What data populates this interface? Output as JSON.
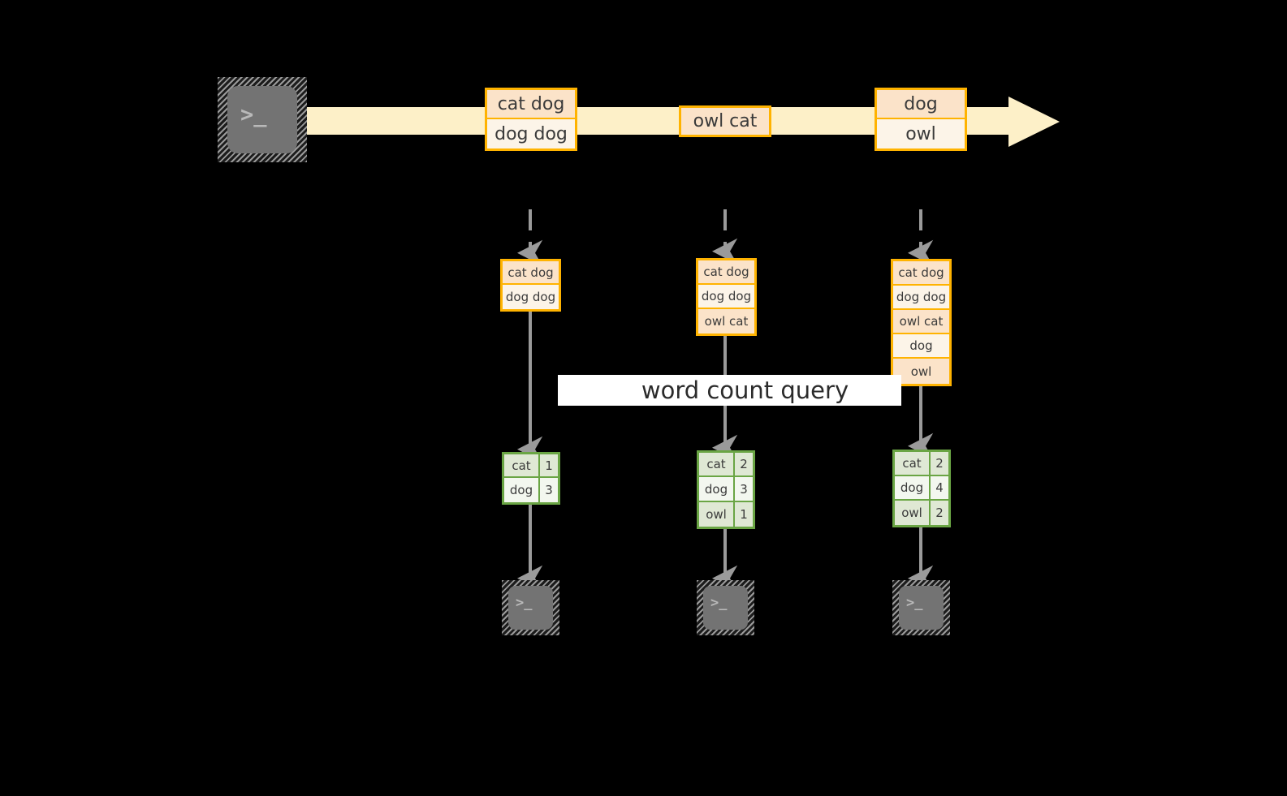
{
  "diagram": {
    "title": "word count query over a stream",
    "colors": {
      "background": "#000000",
      "stream_band": "#fdf0c8",
      "record_border": "#ffb300",
      "record_fill": "#fcf4e8",
      "record_fill_shaded": "#fbe3c9",
      "table_border": "#6aa544",
      "table_fill": "#f3f7ef",
      "table_fill_shaded": "#dfe8d4",
      "arrow_gray": "#9a9a9a",
      "terminal_body": "#737373",
      "terminal_glyph": "#b9b9b9",
      "label_band": "#ffffff"
    }
  },
  "source": {
    "icon": "terminal-icon",
    "glyph": ">_"
  },
  "stream": {
    "arrow_direction": "right",
    "records": [
      {
        "id": "rec-1",
        "lines": [
          "cat dog",
          "dog dog"
        ]
      },
      {
        "id": "rec-2",
        "lines": [
          "owl cat"
        ]
      },
      {
        "id": "rec-3",
        "lines": [
          "dog",
          "owl"
        ]
      }
    ]
  },
  "label": {
    "query": "word count query"
  },
  "snapshots": [
    {
      "id": "snapshot-1",
      "input_lines": [
        "cat dog",
        "dog dog"
      ],
      "result": {
        "rows": [
          {
            "word": "cat",
            "count": "1"
          },
          {
            "word": "dog",
            "count": "3"
          }
        ]
      },
      "sink": {
        "icon": "terminal-icon",
        "glyph": ">_"
      }
    },
    {
      "id": "snapshot-2",
      "input_lines": [
        "cat dog",
        "dog dog",
        "owl cat"
      ],
      "result": {
        "rows": [
          {
            "word": "cat",
            "count": "2"
          },
          {
            "word": "dog",
            "count": "3"
          },
          {
            "word": "owl",
            "count": "1"
          }
        ]
      },
      "sink": {
        "icon": "terminal-icon",
        "glyph": ">_"
      }
    },
    {
      "id": "snapshot-3",
      "input_lines": [
        "cat dog",
        "dog dog",
        "owl cat",
        "dog",
        "owl"
      ],
      "result": {
        "rows": [
          {
            "word": "cat",
            "count": "2"
          },
          {
            "word": "dog",
            "count": "4"
          },
          {
            "word": "owl",
            "count": "2"
          }
        ]
      },
      "sink": {
        "icon": "terminal-icon",
        "glyph": ">_"
      }
    }
  ]
}
